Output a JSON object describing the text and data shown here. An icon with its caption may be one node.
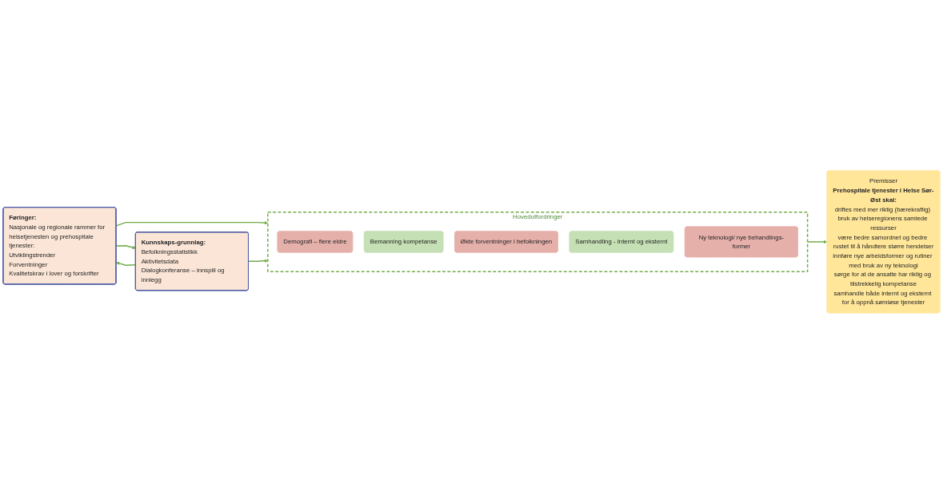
{
  "diagram": {
    "nodes": [
      {
        "text": [
          "Føringer:",
          "Nasjonale og regionale rammer for helsetjenesten og prehospitale tjenester:",
          "Utviklingstrender",
          "Forventninger",
          "Kvalitetskrav i lover og forskrifter"
        ]
      },
      {
        "text": [
          "Kunnskaps-grunnlag:",
          "Befolkningsstatistikk",
          "Aktivitetsdata",
          "Dialogkonferanse – innspill og innlegg"
        ]
      },
      {
        "text": [
          "Hovedutfordringer"
        ]
      },
      {
        "text": [
          "Demografi – flere eldre"
        ],
        "in": 2
      },
      {
        "text": [
          "Bemanning kompetanse"
        ],
        "in": 2
      },
      {
        "text": [
          "Økte forventninger i befolkningen"
        ],
        "in": 2
      },
      {
        "text": [
          "Samhandling - Internt og eksternt"
        ],
        "in": 2
      },
      {
        "text": [
          "Ny teknologi/ nye behandlings-former"
        ],
        "in": 2
      },
      {
        "text": [
          "Premisser",
          "Prehospitale tjenester i Helse Sør-Øst skal:",
          "driftes med mer riktig (bærekraftig) bruk av helseregionens samlede ressurser",
          "være bedre samordnet og bedre rustet til å håndtere større hendelser",
          "innføre nye arbeidsformer og rutiner med bruk av ny teknologi",
          "sørge for at de ansatte har riktig og tilstrekkelig kompetanse",
          "samhandle både internt og eksternt for å oppnå sømløse tjenester"
        ]
      }
    ],
    "edges": [
      {
        "from": 0,
        "to": 1,
        "arrow": "to"
      },
      {
        "from": 1,
        "to": 0,
        "arrow": "to"
      },
      {
        "from": 0,
        "to": 2,
        "arrow": "to"
      },
      {
        "from": 1,
        "to": 2,
        "arrow": "to"
      },
      {
        "from": 2,
        "to": 8,
        "arrow": "to"
      }
    ]
  }
}
